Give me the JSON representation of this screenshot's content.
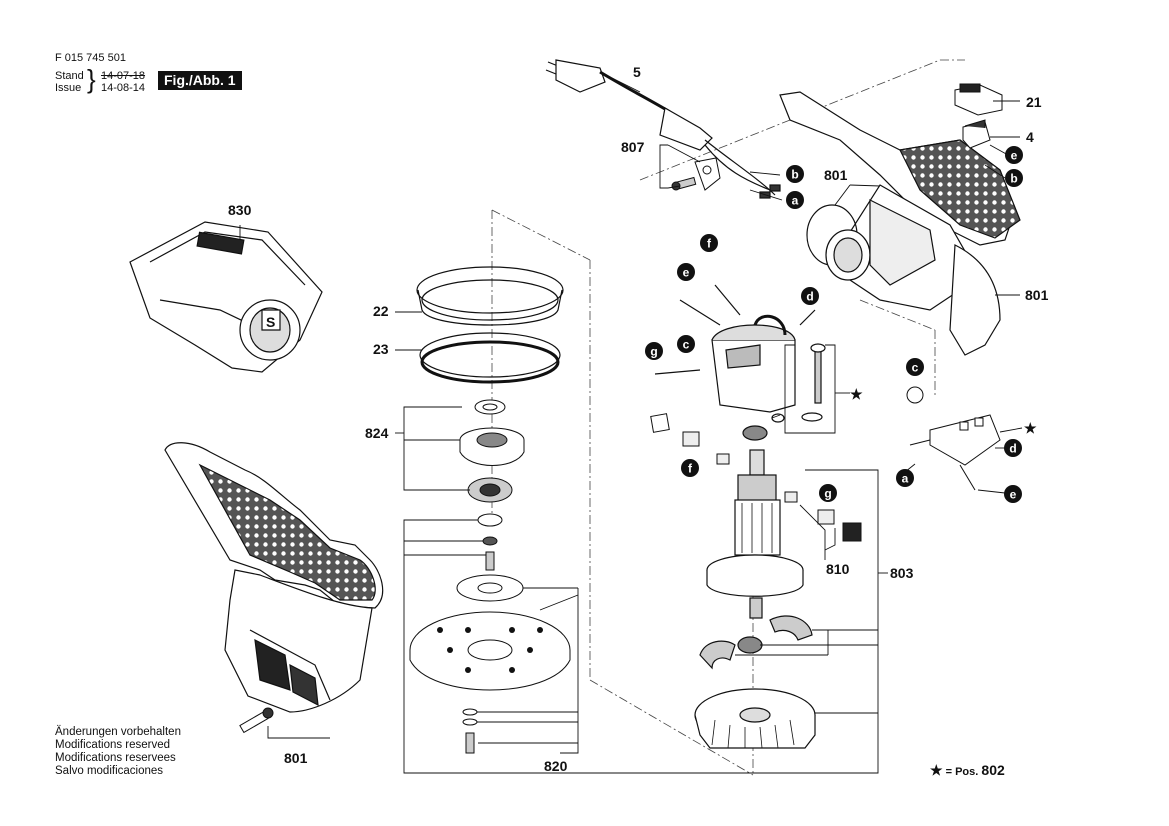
{
  "header": {
    "doc_number": "F 015 745 501",
    "stand_label": "Stand",
    "issue_label": "Issue",
    "stand_date": "14-07-18",
    "issue_date": "14-08-14",
    "figure_label": "Fig./Abb. 1"
  },
  "notes": [
    "Änderungen vorbehalten",
    "Modifications reserved",
    "Modifications reservees",
    "Salvo modificaciones"
  ],
  "legend": {
    "symbol": "★",
    "text": " = Pos.",
    "position": "802"
  },
  "part_labels": {
    "cable": "5",
    "cable_clamp": "807",
    "dust_box": "830",
    "seal_22": "22",
    "seal_23": "23",
    "bearing_kit": "824",
    "housing_top": "801",
    "housing_right": "801",
    "housing_screw": "801",
    "switch_cap": "21",
    "switch_slider": "4",
    "armature": "803",
    "brush_set": "810",
    "sanding_pad": "820",
    "star_field": "★",
    "star_switch": "★"
  },
  "wire_tags": {
    "a_cable": "a",
    "b_cable": "b",
    "b_housing": "b",
    "e_housing": "e",
    "f_top": "f",
    "e_mid": "e",
    "d_mid": "d",
    "c_mid": "c",
    "g_left": "g",
    "f_brush": "f",
    "g_brush": "g",
    "c_right": "c",
    "d_switch": "d",
    "a_switch": "a",
    "e_switch": "e"
  }
}
